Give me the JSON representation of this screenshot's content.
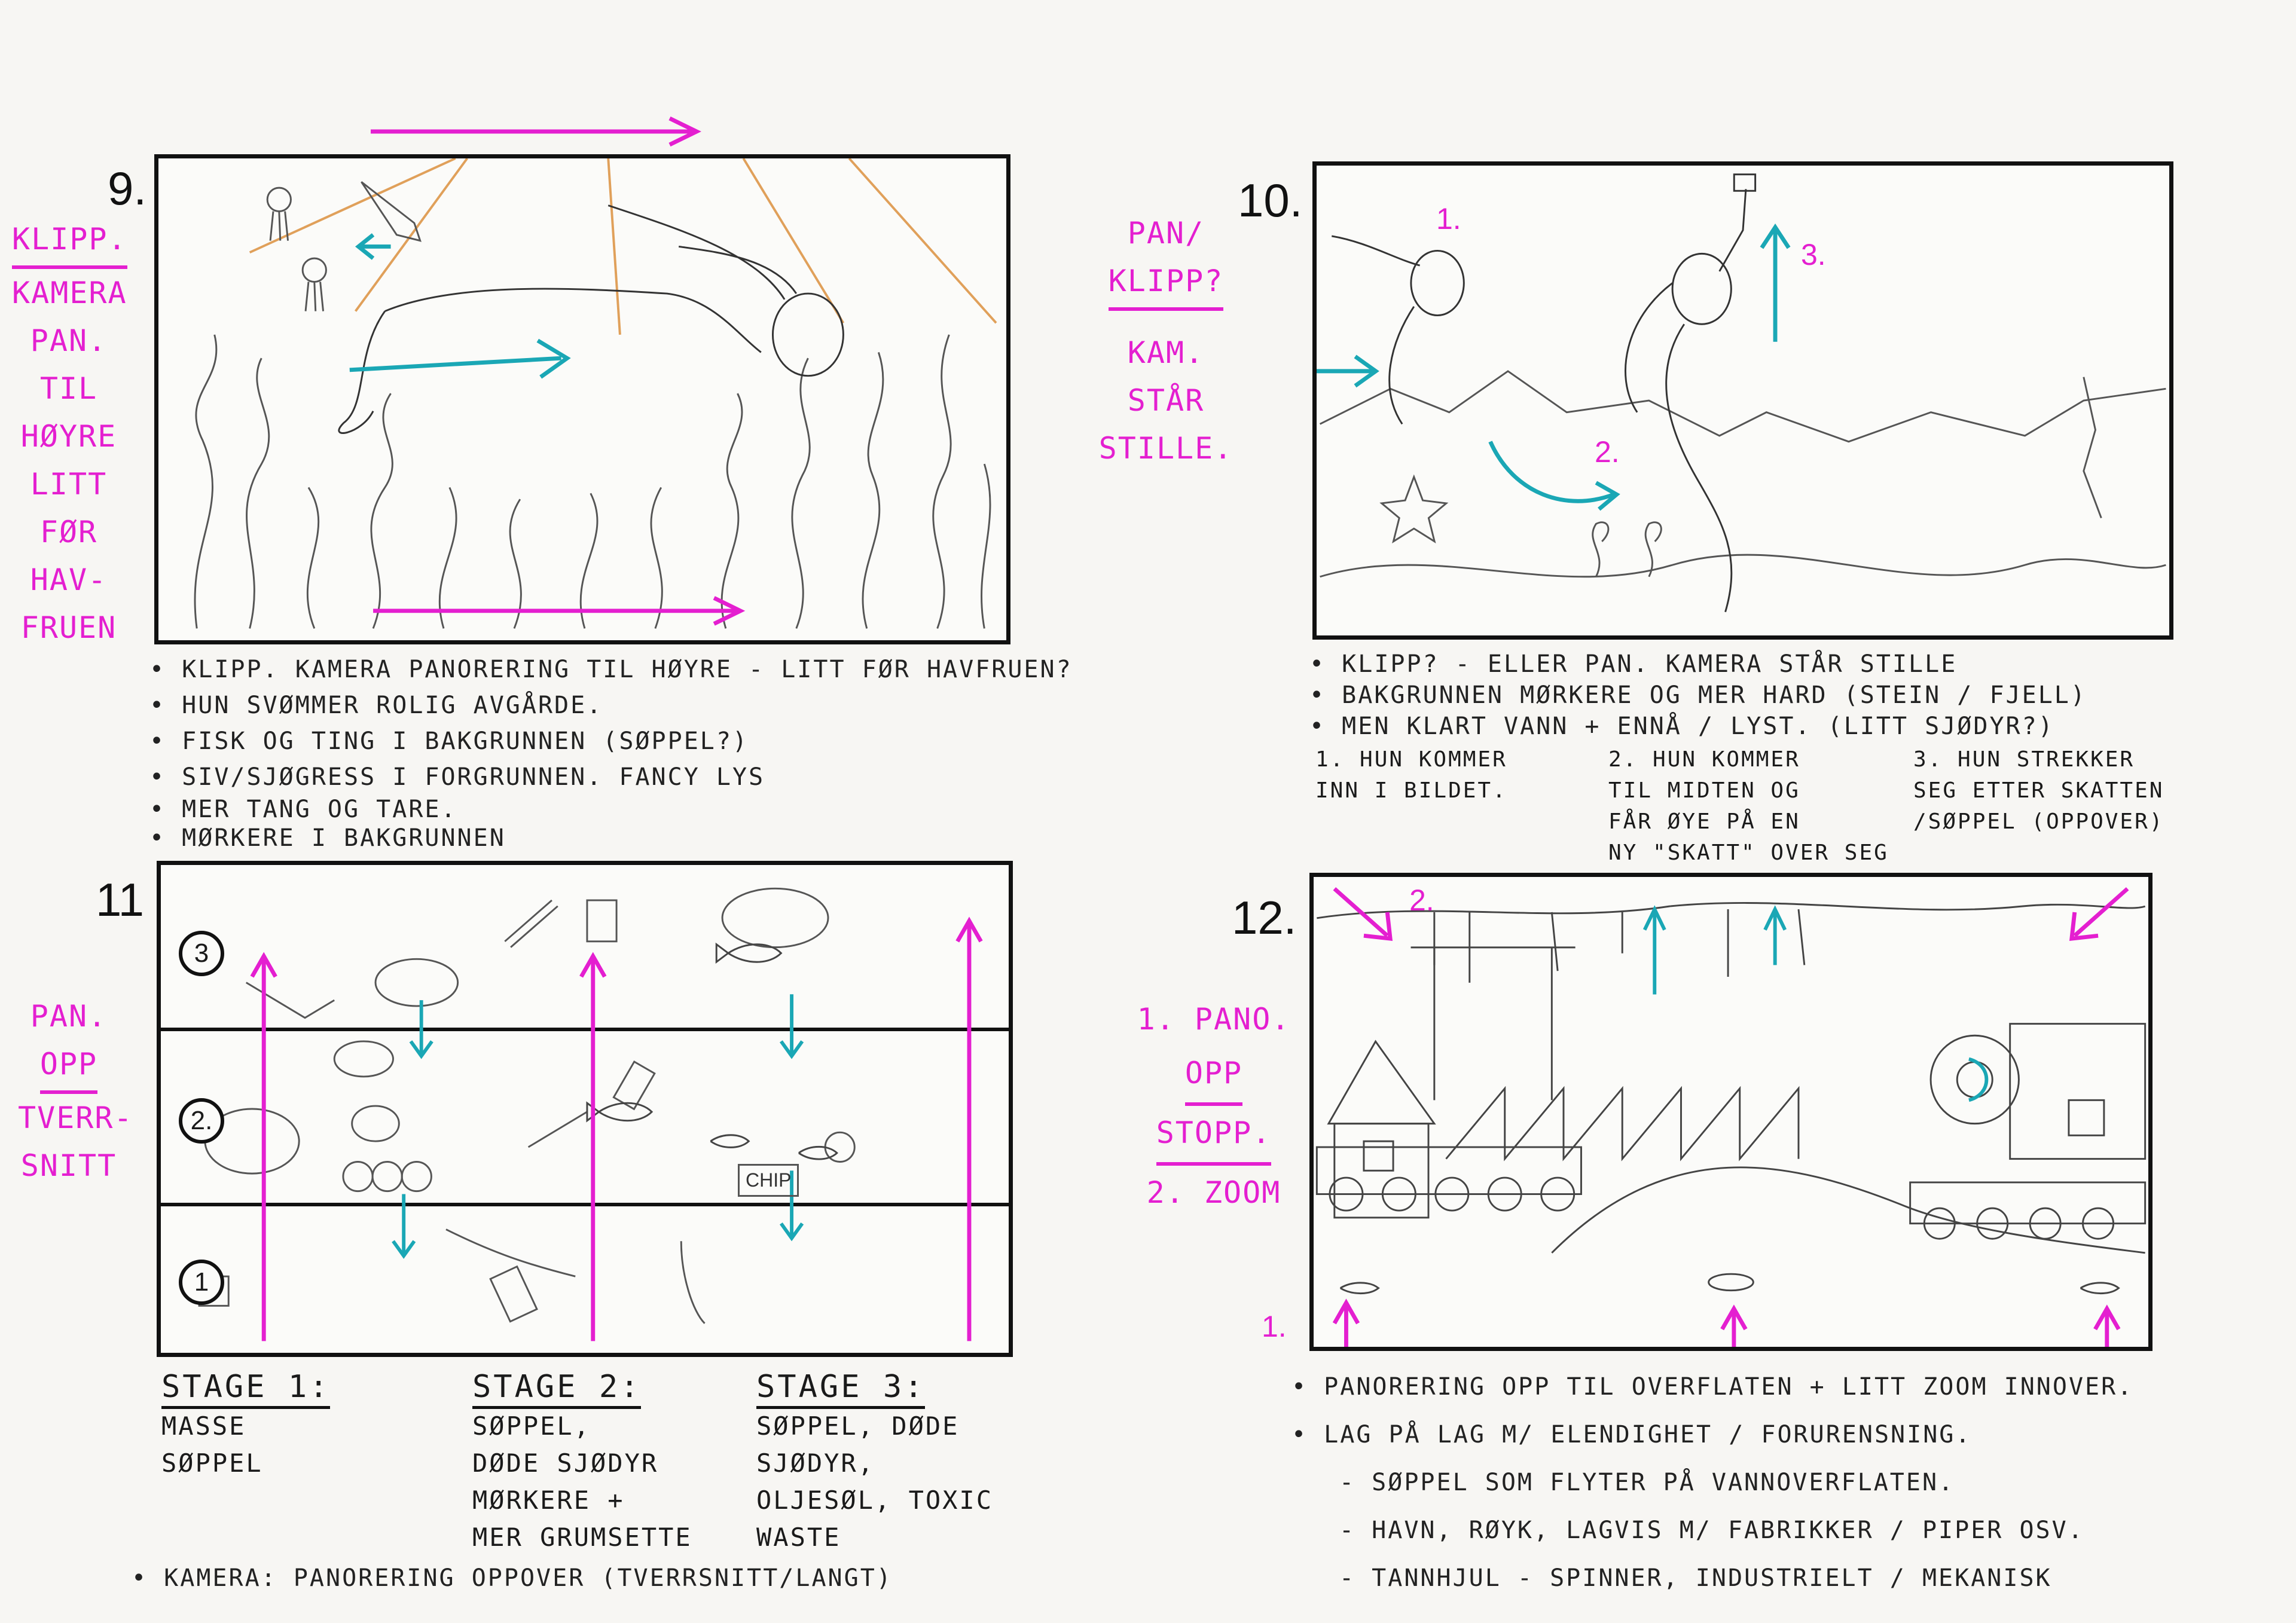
{
  "panels": {
    "p9": {
      "number": "9.",
      "side_notes": [
        "KLIPP.",
        "KAMERA",
        "PAN.",
        "TIL",
        "HØYRE",
        "LITT",
        "FØR",
        "HAV-",
        "FRUEN"
      ],
      "notes": [
        "• KLIPP. KAMERA PANORERING TIL HØYRE - LITT FØR HAVFRUEN?",
        "• HUN SVØMMER ROLIG AVGÅRDE.",
        "• FISK OG TING I BAKGRUNNEN (SØPPEL?)",
        "• SIV/SJØGRESS I FORGRUNNEN. FANCY LYS",
        "• MER TANG OG TARE.",
        "• MØRKERE I BAKGRUNNEN"
      ]
    },
    "p10": {
      "number": "10.",
      "side_notes_top": [
        "PAN/",
        "KLIPP?"
      ],
      "side_notes_bottom": [
        "KAM.",
        "STÅR",
        "STILLE."
      ],
      "callouts": [
        "1.",
        "2.",
        "3."
      ],
      "notes": [
        "• KLIPP? - ELLER PAN. KAMERA STÅR STILLE",
        "• BAKGRUNNEN MØRKERE OG MER HARD (STEIN / FJELL)",
        "• MEN KLART VANN + ENNÅ / LYST. (LITT SJØDYR?)"
      ],
      "steps": [
        "1. HUN KOMMER\n   INN I BILDET.",
        "2. HUN KOMMER\n   TIL MIDTEN OG\n   FÅR ØYE PÅ EN\n   NY \"SKATT\" OVER SEG",
        "3. HUN STREKKER\n   SEG ETTER SKATTEN\n   /SØPPEL (OPPOVER)"
      ]
    },
    "p11": {
      "number": "11",
      "side_notes_top": [
        "PAN.",
        "OPP"
      ],
      "side_notes_bottom": [
        "TVERR-",
        "SNITT"
      ],
      "badges": [
        "3",
        "2.",
        "1"
      ],
      "chip_label": "CHIP",
      "stages": [
        {
          "title": "STAGE 1:",
          "body": "MASSE\nSØPPEL"
        },
        {
          "title": "STAGE 2:",
          "body": "SØPPEL,\nDØDE SJØDYR\nMØRKERE +\nMER GRUMSETTE"
        },
        {
          "title": "STAGE 3:",
          "body": "SØPPEL, DØDE\nSJØDYR,\nOLJESØL, TOXIC\nWASTE"
        }
      ],
      "camera_note": "• KAMERA: PANORERING OPPOVER (TVERRSNITT/LANGT)"
    },
    "p12": {
      "number": "12.",
      "side_notes": [
        "1. PANO.",
        "OPP",
        "STOPP.",
        "2. ZOOM"
      ],
      "callouts": [
        "2.",
        "1."
      ],
      "notes": [
        "• PANORERING OPP TIL OVERFLATEN + LITT ZOOM INNOVER.",
        "• LAG PÅ LAG M/ ELENDIGHET / FORURENSNING.",
        "   - SØPPEL SOM FLYTER PÅ VANNOVERFLATEN.",
        "   - HAVN, RØYK, LAGVIS M/ FABRIKKER / PIPER OSV.",
        "   - TANNHJUL - SPINNER, INDUSTRIELT / MEKANISK"
      ]
    }
  },
  "colors": {
    "magenta": "#e41fd0",
    "cyan": "#1aa7b5",
    "orange": "#e0a05a",
    "pencil": "#555555"
  }
}
